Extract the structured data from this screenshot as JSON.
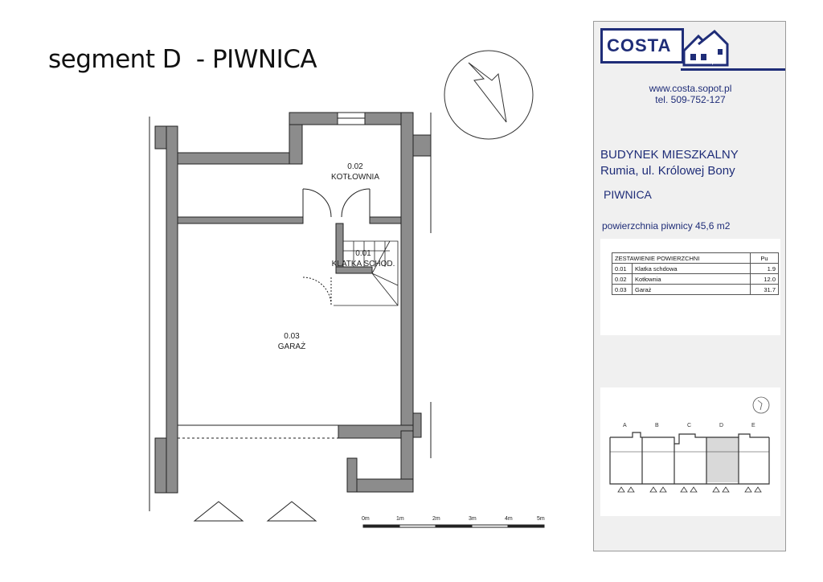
{
  "title": "segment D  - PIWNICA",
  "rooms": [
    {
      "number": "0.02",
      "name": "KOTŁOWNIA"
    },
    {
      "number": "0.01",
      "name": "KLATKA SCHOD."
    },
    {
      "number": "0.03",
      "name": "GARAŻ"
    }
  ],
  "scale_bar": {
    "labels": [
      "0m",
      "1m",
      "2m",
      "3m",
      "4m",
      "5m"
    ]
  },
  "sidebar": {
    "logo_text": "COSTA",
    "website": "www.costa.sopot.pl",
    "phone": "tel. 509-752-127",
    "building_type": "BUDYNEK MIESZKALNY",
    "address": "Rumia, ul. Królowej Bony",
    "floor": "PIWNICA",
    "area_text": "powierzchnia piwnicy 45,6 m2",
    "table": {
      "header": {
        "title": "ZESTAWIENIE POWIERZCHNI",
        "area_col": "Pu"
      },
      "rows": [
        {
          "no": "0.01",
          "name": "Klatka schdowa",
          "area": "1.9"
        },
        {
          "no": "0.02",
          "name": "Kotłownia",
          "area": "12.0"
        },
        {
          "no": "0.03",
          "name": "Garaż",
          "area": "31.7"
        }
      ]
    },
    "segments": {
      "labels": [
        "A",
        "B",
        "C",
        "D",
        "E"
      ],
      "highlighted": "D"
    }
  },
  "colors": {
    "wall": "#8c8c8c",
    "outline": "#222222",
    "brand": "#1f2d78",
    "highlight": "#d9d9d9"
  }
}
